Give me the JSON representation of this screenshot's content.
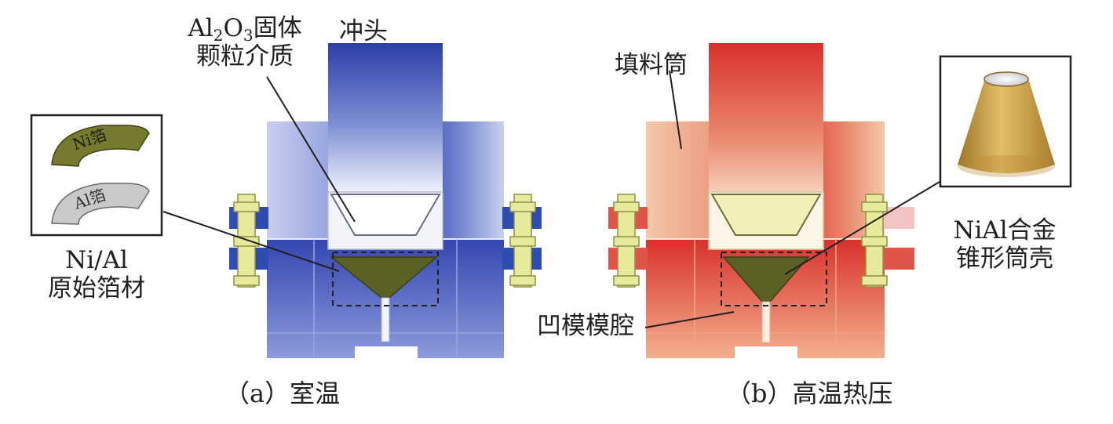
{
  "panel_a": {
    "caption": "（a）室温",
    "label_media_l1_a": "Al",
    "label_media_l1_sub1": "2",
    "label_media_l1_b": "O",
    "label_media_l1_sub2": "3",
    "label_media_l1_c": "固体",
    "label_media_l2": "颗粒介质",
    "label_punch": "冲头",
    "foil_ni": "Ni箔",
    "foil_al": "Al箔",
    "foil_label_l1": "Ni/Al",
    "foil_label_l2": "原始箔材",
    "colors": {
      "main": "#2b3fa8",
      "light": "#dfe4f7"
    }
  },
  "panel_b": {
    "caption": "（b）高温热压",
    "label_sleeve": "填料筒",
    "label_cavity": "凹模模腔",
    "product_label_l1": "NiAl合金",
    "product_label_l2": "锥形筒壳",
    "colors": {
      "main": "#d9302c",
      "light": "#f7e3c5",
      "cone": "#c89c3c"
    }
  }
}
